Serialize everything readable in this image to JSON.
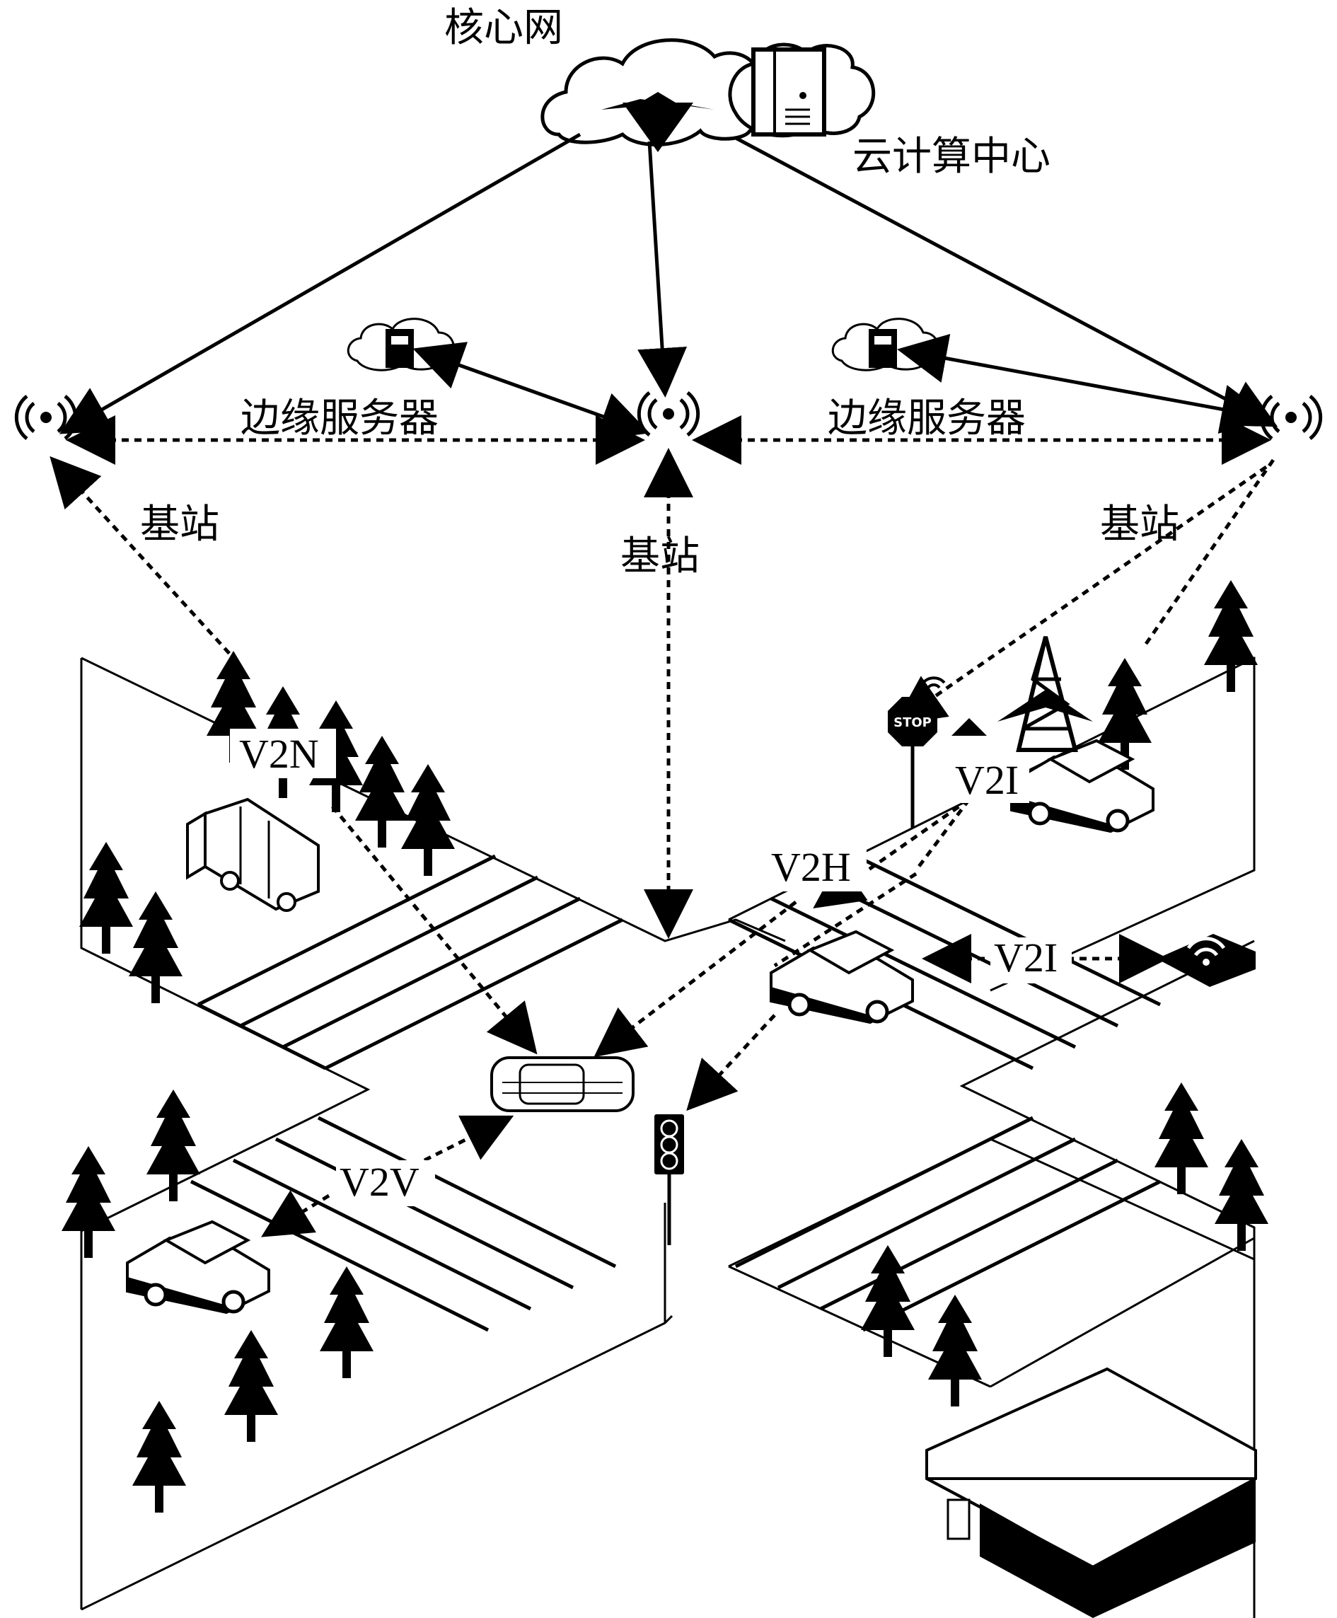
{
  "labels": {
    "core_network": "核心网",
    "cloud_center": "云计算中心",
    "edge_server_left": "边缘服务器",
    "edge_server_right": "边缘服务器",
    "base_station_left": "基站",
    "base_station_center": "基站",
    "base_station_right": "基站",
    "v2n": "V2N",
    "v2i_top": "V2I",
    "v2h": "V2H",
    "v2i_right": "V2I",
    "v2v": "V2V",
    "stop_sign": "STOP"
  },
  "icons": {
    "cloud": "cloud-icon",
    "server": "server-icon",
    "antenna": "antenna-icon",
    "tree": "tree-icon",
    "car": "car-icon",
    "truck": "truck-icon",
    "traffic_light": "traffic-light-icon",
    "wifi": "wifi-icon",
    "tower": "cell-tower-icon",
    "house": "house-icon"
  },
  "colors": {
    "ink": "#000000",
    "paper": "#ffffff"
  }
}
